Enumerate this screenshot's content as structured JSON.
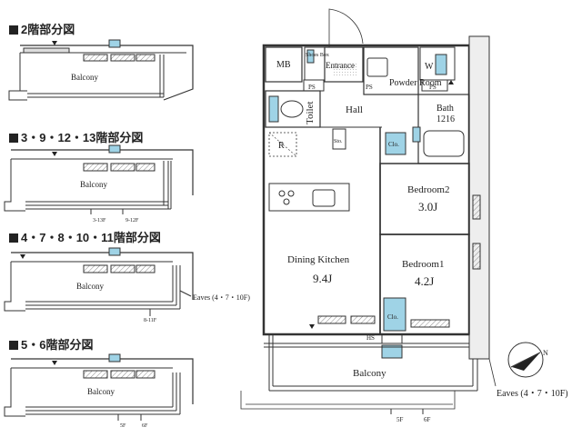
{
  "sections": [
    {
      "title": "2階部分図",
      "balcony": "Balcony",
      "notes": []
    },
    {
      "title": "3・9・12・13階部分図",
      "balcony": "Balcony",
      "notes": [
        "3-13F",
        "9-12F"
      ]
    },
    {
      "title": "4・7・8・10・11階部分図",
      "balcony": "Balcony",
      "notes": [
        "8-11F"
      ],
      "eaves": "Eaves (4・7・10F)"
    },
    {
      "title": "5・6階部分図",
      "balcony": "Balcony",
      "notes": [
        "5F",
        "6F"
      ]
    }
  ],
  "plan": {
    "rooms": {
      "mb": "MB",
      "shoes_box": "Shoes Box",
      "entrance": "Entrance",
      "powder_room": "Powder Room",
      "w": "W",
      "ps_left": "PS",
      "ps_mid": "PS",
      "ps_right": "PS",
      "toilet": "Toilet",
      "hall": "Hall",
      "bath": "Bath",
      "bath_size": "1216",
      "r": "R",
      "sto": "Sto.",
      "clo_top": "Clo.",
      "bedroom2": "Bedroom2",
      "bedroom2_size": "3.0J",
      "dining_kitchen": "Dining Kitchen",
      "dining_kitchen_size": "9.4J",
      "bedroom1": "Bedroom1",
      "bedroom1_size": "4.2J",
      "clo_bottom": "Clo.",
      "hs_main": "HS",
      "balcony": "Balcony",
      "eaves": "Eaves (4・7・10F)",
      "floor_5f": "5F",
      "floor_6f": "6F"
    },
    "compass": "N"
  },
  "colors": {
    "wall": "#333333",
    "fixture": "#9fd3e6",
    "window_hatch": "#777777"
  }
}
